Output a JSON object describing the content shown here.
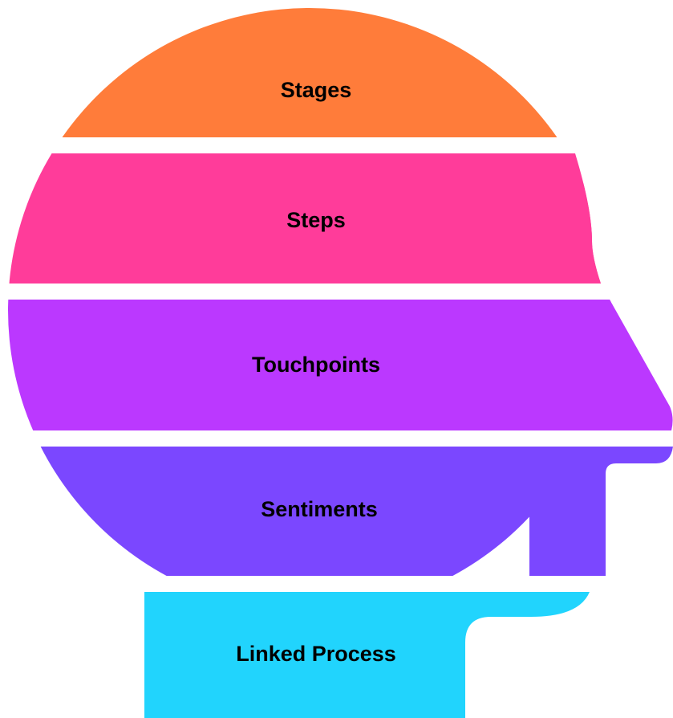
{
  "diagram": {
    "layers": [
      {
        "label": "Stages",
        "color": "#FF7C3A"
      },
      {
        "label": "Steps",
        "color": "#FF3C9A"
      },
      {
        "label": "Touchpoints",
        "color": "#BB38FF"
      },
      {
        "label": "Sentiments",
        "color": "#7B47FF"
      },
      {
        "label": "Linked Process",
        "color": "#21D4FD"
      }
    ]
  }
}
